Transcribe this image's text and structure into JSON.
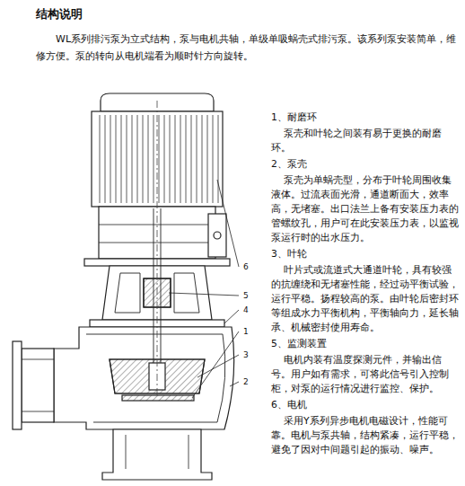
{
  "diagram": {
    "title": "结构说明",
    "labels": [
      "WL系列排污泵为立式结构，泵与电机共轴，单级单吸蜗壳式排污泵。该系列泵安装简单，维修方便。泵的转向从电机端看为顺时针方向旋转。",
      "1、耐磨环",
      "泵壳和叶轮之间装有易于更换的耐磨环。",
      "2、泵壳",
      "泵壳为单蜗壳型，分布于叶轮周围收集液体。过流表面光滑，通道断面大，效率高，无堵塞。出口法兰上备有安装压力表的管螺纹孔，用户可在此安装压力表，以监视泵运行时的出水压力。",
      "3、叶轮",
      "叶片式或流道式大通道叶轮，具有较强的抗缠绕和无堵塞性能，经过动平衡试验，运行平稳。扬程较高的泵。由叶轮后密封环等组成水力平衡机构，平衡轴向力，延长轴承、机械密封使用寿命。",
      "5、监测装置",
      "电机内装有温度探测元件，并输出信号。用户如有需求，可将此信号引入控制柜，对泵的运行情况进行监控、保护。",
      "6、电机",
      "采用Y系列异步电机电磁设计，性能可靠。电机与泵共轴，结构紧凑，运行平稳，避免了因对中间题引起的振动、噪声。",
      "6",
      "5",
      "4",
      "1",
      "3",
      "2"
    ]
  }
}
